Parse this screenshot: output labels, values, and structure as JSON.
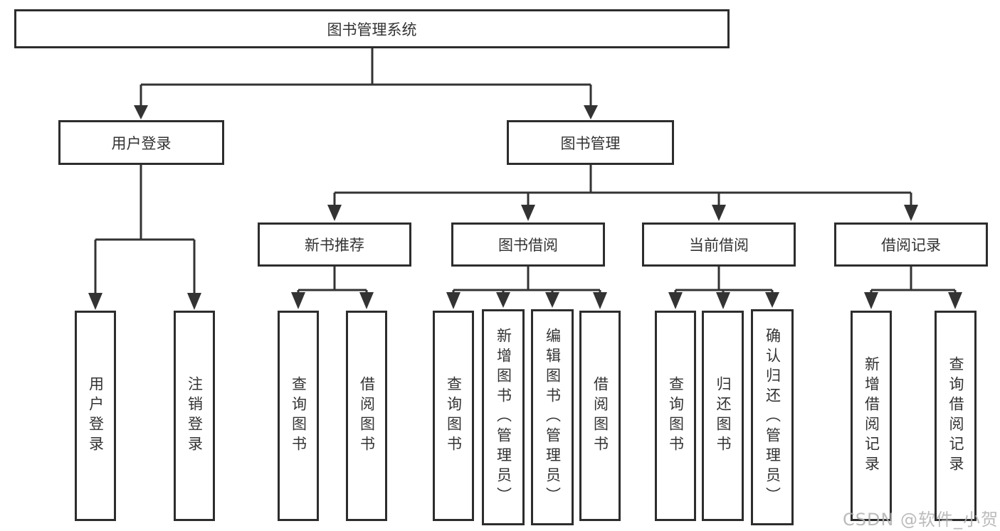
{
  "tree": {
    "root": "图书管理系统",
    "branches": [
      {
        "label": "用户登录",
        "children": [
          "用户登录",
          "注销登录"
        ]
      },
      {
        "label": "图书管理",
        "children": [
          {
            "label": "新书推荐",
            "children": [
              "查询图书",
              "借阅图书"
            ]
          },
          {
            "label": "图书借阅",
            "children": [
              "查询图书",
              "新增图书（管理员）",
              "编辑图书（管理员）",
              "借阅图书"
            ]
          },
          {
            "label": "当前借阅",
            "children": [
              "查询图书",
              "归还图书",
              "确认归还（管理员）"
            ]
          },
          {
            "label": "借阅记录",
            "children": [
              "新增借阅记录",
              "查询借阅记录"
            ]
          }
        ]
      }
    ]
  },
  "watermark": {
    "text": "CSDN @软件_小贺同学"
  },
  "colors": {
    "line": "#333333",
    "box_border": "#2d2d2d",
    "box_fill": "#ffffff",
    "text": "#333333",
    "watermark": "#b2b2b2"
  }
}
